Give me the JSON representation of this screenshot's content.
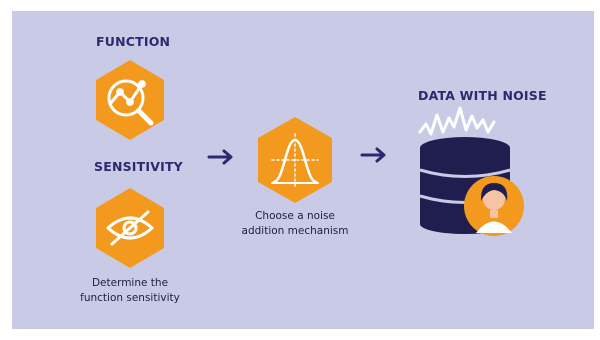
{
  "steps": [
    {
      "heading": "FUNCTION",
      "icon": "magnifier-chart-icon"
    },
    {
      "heading": "SENSITIVITY",
      "icon": "eye-slash-icon",
      "caption": [
        "Determine the",
        "function sensitivity"
      ]
    },
    {
      "icon": "bell-curve-icon",
      "caption": [
        "Choose a noise",
        "addition mechanism"
      ]
    },
    {
      "heading": "DATA WITH NOISE",
      "icon": "database-noise-icon"
    }
  ],
  "colors": {
    "background": "#c9cbe6",
    "hexagon": "#f39a1e",
    "heading": "#2b2970",
    "arrow": "#2b2970",
    "database": "#1f1e4f"
  }
}
